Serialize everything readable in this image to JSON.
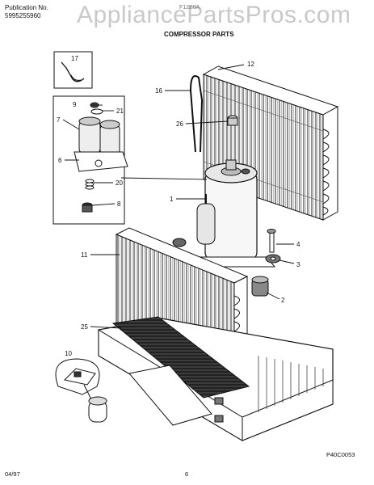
{
  "header": {
    "publication_label": "Publication No.",
    "publication_number": "5995255960",
    "model": "F12E0A",
    "section_title": "COMPRESSOR PARTS",
    "watermark": "AppliancePartsPros.com"
  },
  "callouts": [
    {
      "id": "17",
      "label": "17"
    },
    {
      "id": "12",
      "label": "12"
    },
    {
      "id": "16",
      "label": "16"
    },
    {
      "id": "9",
      "label": "9"
    },
    {
      "id": "21",
      "label": "21"
    },
    {
      "id": "7",
      "label": "7"
    },
    {
      "id": "26",
      "label": "26"
    },
    {
      "id": "6",
      "label": "6"
    },
    {
      "id": "20",
      "label": "20"
    },
    {
      "id": "1",
      "label": "1"
    },
    {
      "id": "8",
      "label": "8"
    },
    {
      "id": "4",
      "label": "4"
    },
    {
      "id": "11",
      "label": "11"
    },
    {
      "id": "3",
      "label": "3"
    },
    {
      "id": "2",
      "label": "2"
    },
    {
      "id": "25",
      "label": "25"
    },
    {
      "id": "10",
      "label": "10"
    }
  ],
  "footer": {
    "drawing_code": "P40C0053",
    "date": "04/97",
    "page_number": "6"
  }
}
